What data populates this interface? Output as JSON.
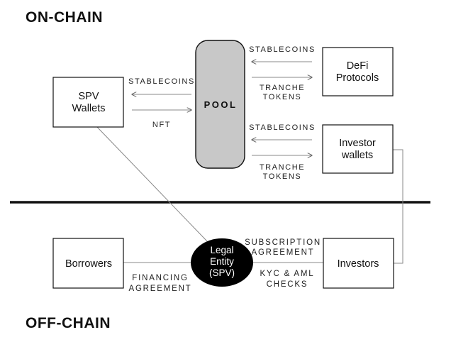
{
  "sections": {
    "on_chain": "ON-CHAIN",
    "off_chain": "OFF-CHAIN"
  },
  "nodes": {
    "pool": "POOL",
    "spv_wallets": [
      "SPV",
      "Wallets"
    ],
    "defi": [
      "DeFi",
      "Protocols"
    ],
    "investor_wallets": [
      "Investor",
      "wallets"
    ],
    "borrowers": "Borrowers",
    "legal_entity": [
      "Legal",
      "Entity",
      "(SPV)"
    ],
    "investors": "Investors"
  },
  "edges": {
    "spv_stablecoins": "STABLECOINS",
    "spv_nft": "NFT",
    "defi_stablecoins": "STABLECOINS",
    "defi_tranche": [
      "TRANCHE",
      "TOKENS"
    ],
    "inv_stablecoins": "STABLECOINS",
    "inv_tranche": [
      "TRANCHE",
      "TOKENS"
    ],
    "financing": [
      "FINANCING",
      "AGREEMENT"
    ],
    "subscription": [
      "SUBSCRIPTION",
      "AGREEMENT"
    ],
    "kyc": [
      "KYC & AML",
      "CHECKS"
    ]
  },
  "colors": {
    "pool_fill": "#c8c8c8",
    "entity_fill": "#000000",
    "line": "#888888"
  }
}
